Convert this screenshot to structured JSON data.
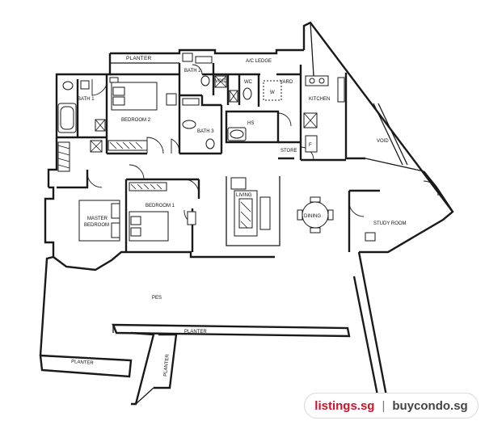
{
  "floorplan": {
    "rooms": {
      "planter_top": "PLANTER",
      "ac_ledge": "A/C LEDGE",
      "bath2": "BATH 2",
      "void_small": "VOID",
      "wc": "WC",
      "yard": "YARD",
      "w": "W",
      "kitchen": "KITCHEN",
      "bath1": "BATH 1",
      "bedroom2": "BEDROOM 2",
      "bath3": "BATH 3",
      "hs": "HS",
      "store": "STORE",
      "f": "F",
      "void_right": "VOID",
      "living": "LIVING",
      "dining": "DINING",
      "master_bedroom_1": "MASTER",
      "master_bedroom_2": "BEDROOM",
      "bedroom1": "BEDROOM 1",
      "study_room": "STUDY ROOM",
      "pes": "PES",
      "planter_mid": "PLANTER",
      "planter_left": "PLANTER",
      "planter_right": "PLANTER"
    }
  },
  "watermark": {
    "site_a": "listings.sg",
    "separator": "|",
    "site_b": "buycondo.sg"
  },
  "colors": {
    "ink": "#1a1a1a",
    "brand_red": "#d0122a"
  }
}
